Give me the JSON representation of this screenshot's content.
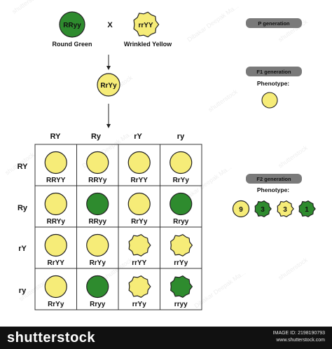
{
  "parents": {
    "left": {
      "genotype": "RRyy",
      "label": "Round Green",
      "color": "#2e8b2e",
      "wrinkled": false
    },
    "cross": "X",
    "right": {
      "genotype": "rrYY",
      "label": "Wrinkled Yellow",
      "color": "#f6ec78",
      "wrinkled": true
    }
  },
  "f1": {
    "genotype": "RrYy",
    "color": "#f6ec78"
  },
  "colors": {
    "yellow": "#f6ec78",
    "green": "#2e8b2e",
    "stroke": "#222222",
    "badge": "#7a7a7a"
  },
  "punnett": {
    "col_headers": [
      "RY",
      "Ry",
      "rY",
      "ry"
    ],
    "row_headers": [
      "RY",
      "Ry",
      "rY",
      "ry"
    ],
    "cells": [
      [
        {
          "g": "RRYY",
          "c": "yellow",
          "w": false
        },
        {
          "g": "RRYy",
          "c": "yellow",
          "w": false
        },
        {
          "g": "RrYY",
          "c": "yellow",
          "w": false
        },
        {
          "g": "RrYy",
          "c": "yellow",
          "w": false
        }
      ],
      [
        {
          "g": "RRYy",
          "c": "yellow",
          "w": false
        },
        {
          "g": "RRyy",
          "c": "green",
          "w": false
        },
        {
          "g": "RrYy",
          "c": "yellow",
          "w": false
        },
        {
          "g": "Rryy",
          "c": "green",
          "w": false
        }
      ],
      [
        {
          "g": "RrYY",
          "c": "yellow",
          "w": false
        },
        {
          "g": "RrYy",
          "c": "yellow",
          "w": false
        },
        {
          "g": "rrYY",
          "c": "yellow",
          "w": true
        },
        {
          "g": "rrYy",
          "c": "yellow",
          "w": true
        }
      ],
      [
        {
          "g": "RrYy",
          "c": "yellow",
          "w": false
        },
        {
          "g": "Rryy",
          "c": "green",
          "w": false
        },
        {
          "g": "rrYy",
          "c": "yellow",
          "w": true
        },
        {
          "g": "rryy",
          "c": "green",
          "w": true
        }
      ]
    ]
  },
  "legend": {
    "p_generation": "P generation",
    "f1_generation": "F1 generation",
    "f1_phenotype_label": "Phenotype:",
    "f2_generation": "F2 generation",
    "f2_phenotype_label": "Phenotype:",
    "f2_ratios": [
      {
        "n": "9",
        "c": "yellow",
        "w": false
      },
      {
        "n": "3",
        "c": "green",
        "w": true
      },
      {
        "n": "3",
        "c": "yellow",
        "w": true
      },
      {
        "n": "1",
        "c": "green",
        "w": true
      }
    ]
  },
  "watermarks": [
    "shutterstock",
    "Dibakar Deepak Ma..."
  ],
  "footer": {
    "brand": "shutterstock",
    "image_id": "IMAGE ID: 2198190793",
    "site": "www.shutterstock.com"
  }
}
